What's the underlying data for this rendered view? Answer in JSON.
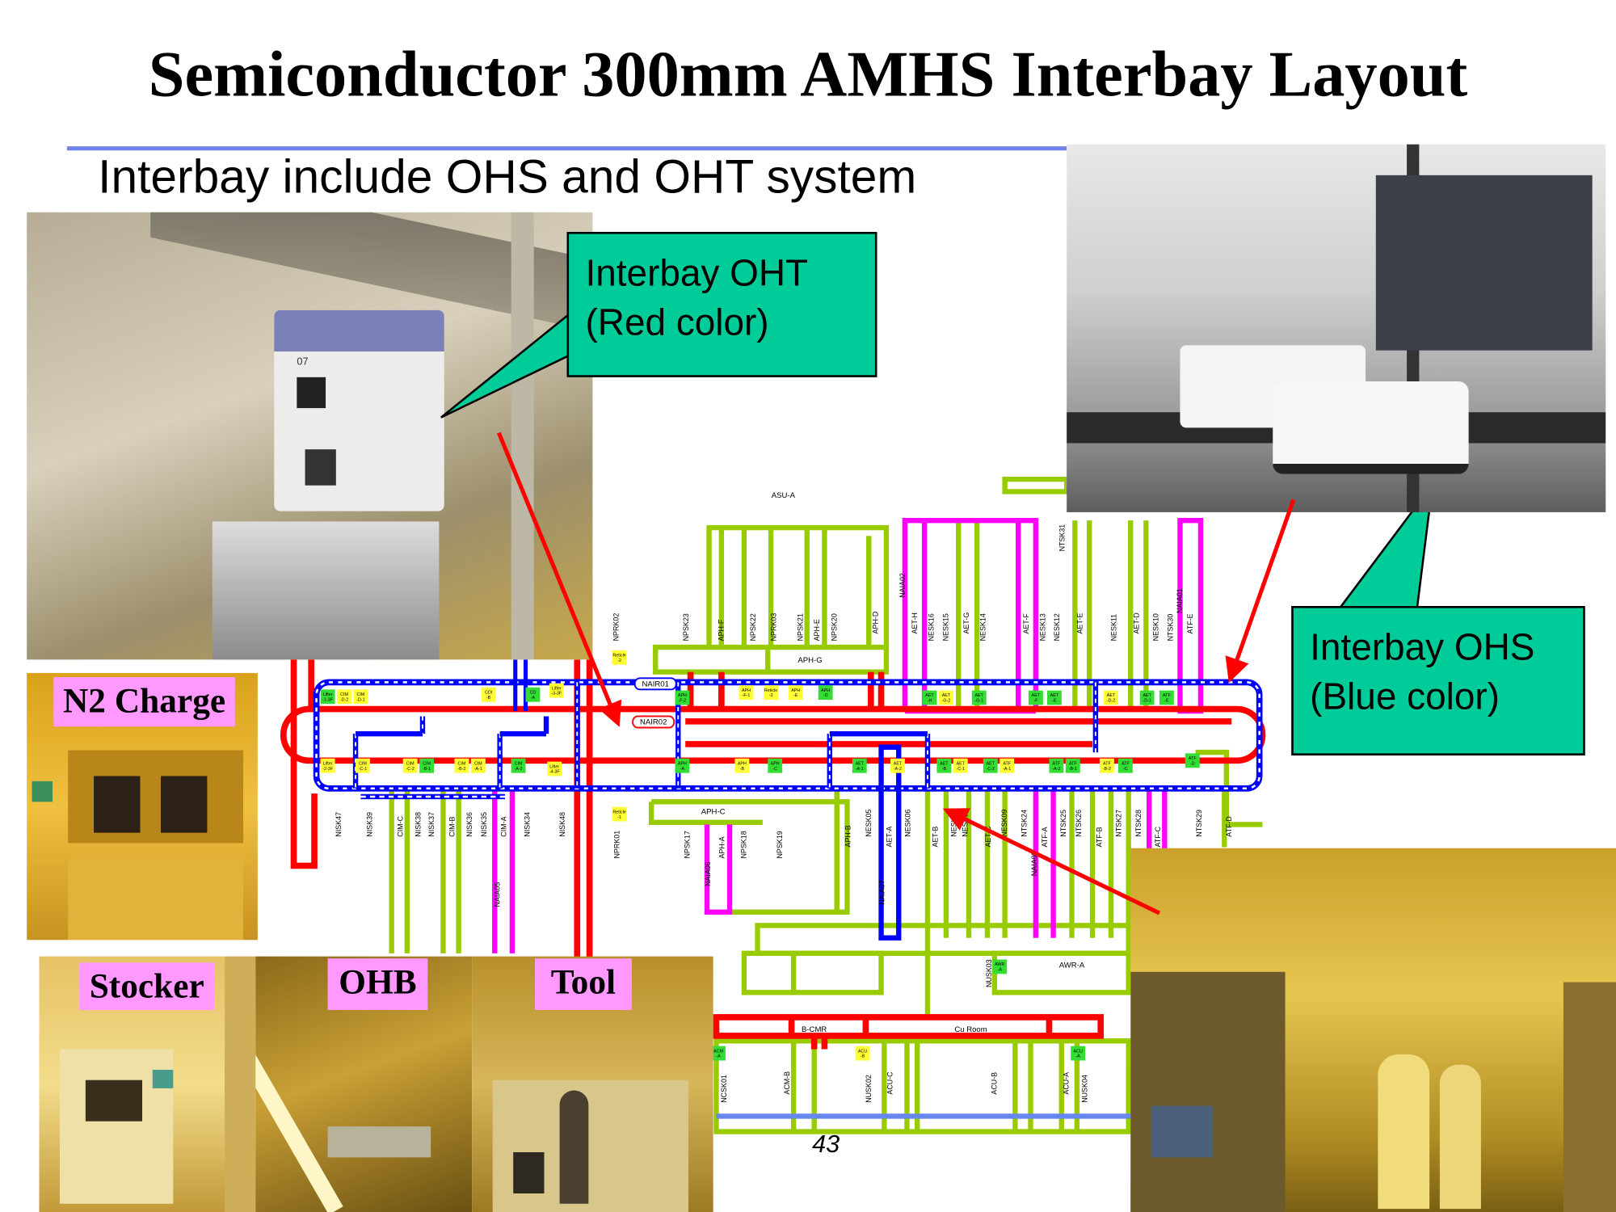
{
  "title": "Semiconductor 300mm AMHS Interbay Layout",
  "subtitle": "Interbay include OHS and OHT system",
  "callouts": {
    "oht": {
      "line1": "Interbay OHT",
      "line2": "(Red color)"
    },
    "ohs": {
      "line1": "Interbay OHS",
      "line2": "(Blue color)"
    }
  },
  "photo_labels": {
    "n2_charge": "N2 Charge",
    "stocker": "Stocker",
    "ohb": "OHB",
    "tool": "Tool"
  },
  "photo_text": {
    "oht_vehicle_number": "07"
  },
  "page_number": "43",
  "colors": {
    "oht": "#ff0000",
    "ohs": "#0000ff",
    "bay": "#99cc00",
    "bay_alt": "#ff00ff",
    "callout": "#00cc99",
    "label_bg": "#ff99ff",
    "tag_green": "#33dd33",
    "tag_yellow": "#ffff33"
  },
  "diagram": {
    "horizontal_labels": [
      "ASU-A",
      "APH-G",
      "NAIR01",
      "NAIR02",
      "APH-C",
      "AWR-A",
      "B-CMR",
      "Cu Room"
    ],
    "top_bay_labels": [
      "NPRK02",
      "NPSK23",
      "APH-F",
      "NPSK22",
      "NPRK03",
      "NPSK21",
      "APH-E",
      "NPSK20",
      "APH-D",
      "NAIA02",
      "AET-H",
      "NESK16",
      "NESK15",
      "AET-G",
      "NESK14",
      "AET-F",
      "NESK13",
      "NESK12",
      "AET-E",
      "NESK11",
      "AET-D",
      "NESK10",
      "NTSK30",
      "ATF-E",
      "NAIA01",
      "NTSK31"
    ],
    "bottom_bay_labels": [
      "NISK47",
      "NISK39",
      "CIM-C",
      "NISK38",
      "NISK37",
      "CIM-B",
      "NISK36",
      "NISK35",
      "CIM-A",
      "NISK34",
      "NISK48",
      "NPRK01",
      "NPSK17",
      "NAIA06",
      "APH-A",
      "NPSK18",
      "NPSK19",
      "APH-B",
      "NESK05",
      "AET-A",
      "NAIA07",
      "NESK06",
      "AET-B",
      "NESK07",
      "NESK08",
      "AET-C",
      "NESK09",
      "NTSK24",
      "NAIA08",
      "ATF-A",
      "NTSK25",
      "NTSK26",
      "ATF-B",
      "NTSK27",
      "NTSK28",
      "ATF-C",
      "NTSK29",
      "ATF-D",
      "NAIA05"
    ],
    "lower_labels": [
      "NUSK03",
      "NCSK01",
      "ACM-B",
      "NUSK02",
      "ACU-C",
      "ACU-B",
      "ACU-A",
      "NUSK04"
    ],
    "tags": [
      {
        "text": "Lifter -1-3F",
        "color": "green"
      },
      {
        "text": "CIM -D-2",
        "color": "yellow"
      },
      {
        "text": "CIM -D-1",
        "color": "yellow"
      },
      {
        "text": "CDI -B",
        "color": "yellow"
      },
      {
        "text": "CD -A",
        "color": "green"
      },
      {
        "text": "Lifter -3-3F",
        "color": "yellow"
      },
      {
        "text": "Reticle -2",
        "color": "yellow"
      },
      {
        "text": "APH -F-2",
        "color": "green"
      },
      {
        "text": "APH -F-1",
        "color": "yellow"
      },
      {
        "text": "Reticle -3",
        "color": "yellow"
      },
      {
        "text": "APH -E",
        "color": "yellow"
      },
      {
        "text": "APH -D",
        "color": "green"
      },
      {
        "text": "AET -H",
        "color": "green"
      },
      {
        "text": "AET -G-2",
        "color": "yellow"
      },
      {
        "text": "AET -G-1",
        "color": "green"
      },
      {
        "text": "AET -F",
        "color": "green"
      },
      {
        "text": "AET -E",
        "color": "green"
      },
      {
        "text": "AET -D-2",
        "color": "yellow"
      },
      {
        "text": "AET -D-1",
        "color": "green"
      },
      {
        "text": "ATF -E",
        "color": "green"
      },
      {
        "text": "Lifter -2-3F",
        "color": "yellow"
      },
      {
        "text": "CIM -C-1",
        "color": "yellow"
      },
      {
        "text": "CIM -C-2",
        "color": "yellow"
      },
      {
        "text": "CIM -B-1",
        "color": "green"
      },
      {
        "text": "CIM -B-2",
        "color": "yellow"
      },
      {
        "text": "CIM -A-1",
        "color": "yellow"
      },
      {
        "text": "CIM -A-2",
        "color": "green"
      },
      {
        "text": "Lifter -4-3F",
        "color": "yellow"
      },
      {
        "text": "Reticle -1",
        "color": "yellow"
      },
      {
        "text": "APH -A",
        "color": "green"
      },
      {
        "text": "APH -B",
        "color": "yellow"
      },
      {
        "text": "APH -C",
        "color": "green"
      },
      {
        "text": "AET -A-1",
        "color": "green"
      },
      {
        "text": "AET -A-2",
        "color": "yellow"
      },
      {
        "text": "AET -B",
        "color": "green"
      },
      {
        "text": "AET -C-1",
        "color": "yellow"
      },
      {
        "text": "AET -C-2",
        "color": "green"
      },
      {
        "text": "ATF -A-1",
        "color": "yellow"
      },
      {
        "text": "ATF -A-2",
        "color": "green"
      },
      {
        "text": "ATF -B-1",
        "color": "green"
      },
      {
        "text": "ATF -B-2",
        "color": "yellow"
      },
      {
        "text": "ATF -C",
        "color": "green"
      },
      {
        "text": "ATF -D",
        "color": "green"
      },
      {
        "text": "AWR -A",
        "color": "green"
      },
      {
        "text": "ACM -A",
        "color": "green"
      },
      {
        "text": "ACU -B",
        "color": "yellow"
      },
      {
        "text": "ACU -A",
        "color": "green"
      }
    ]
  }
}
